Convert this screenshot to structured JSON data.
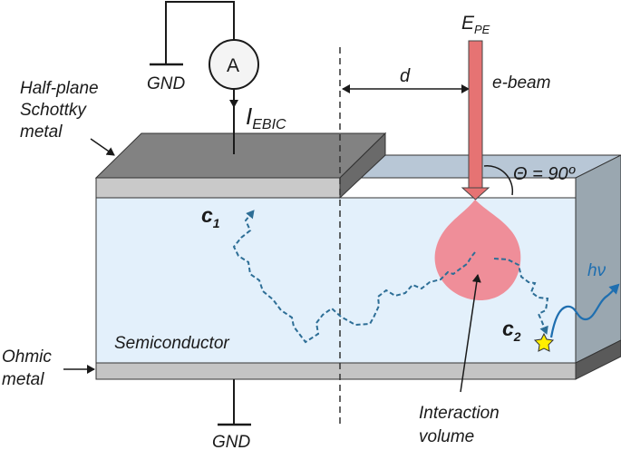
{
  "labels": {
    "gnd_top": "GND",
    "gnd_bottom": "GND",
    "ammeter": "A",
    "current_main": "I",
    "current_sub": "EBIC",
    "half_plane_line1": "Half-plane",
    "half_plane_line2": "Schottky",
    "half_plane_line3": "metal",
    "ohmic_line1": "Ohmic",
    "ohmic_line2": "metal",
    "semiconductor": "Semiconductor",
    "distance": "d",
    "beam_energy_main": "E",
    "beam_energy_sub": "PE",
    "ebeam": "e-beam",
    "angle": "Θ = 90º",
    "carrier1_main": "c",
    "carrier1_sub": "1",
    "carrier2_main": "c",
    "carrier2_sub": "2",
    "photon": "hν",
    "interaction_line1": "Interaction",
    "interaction_line2": "volume"
  },
  "colors": {
    "semiconductor_fill": "#e3f0fb",
    "semiconductor_side": "#9aa7b0",
    "semiconductor_top": "#b8c7d6",
    "schottky_top": "#828282",
    "schottky_front": "#c9c9c9",
    "ohmic_metal": "#c4c4c4",
    "beam": "#e67373",
    "interaction_volume": "#ef8e99",
    "carrier_path": "#2d6e96",
    "photon": "#1f6fb0",
    "star": "#ffee00"
  }
}
